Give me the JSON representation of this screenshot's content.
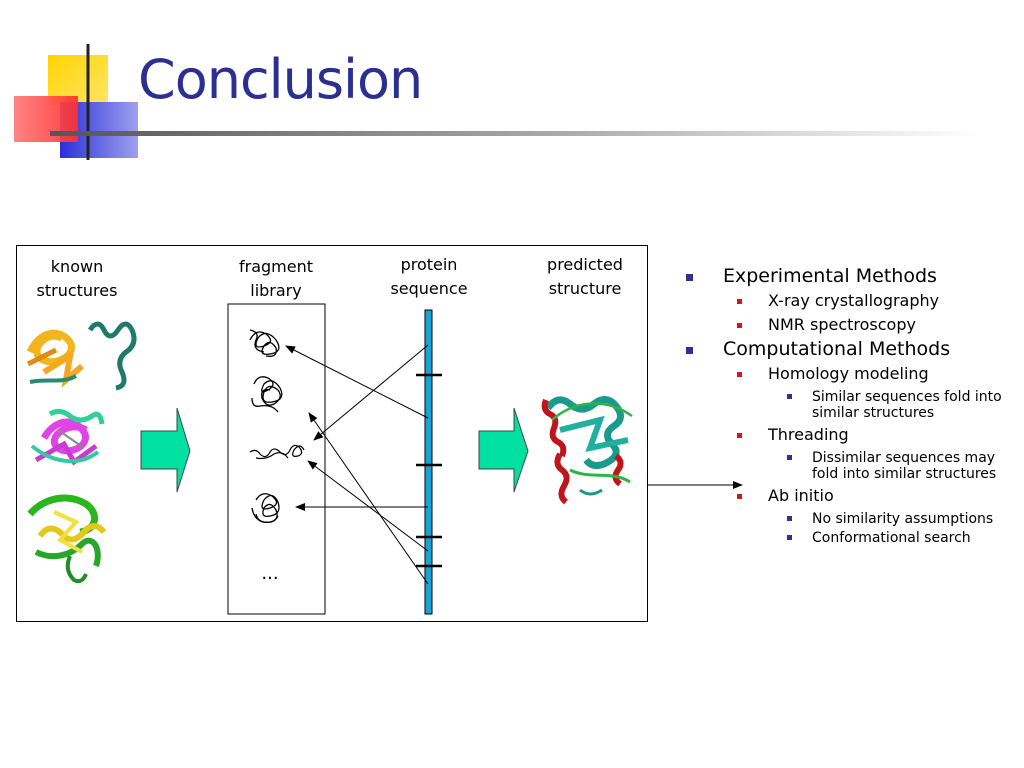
{
  "slide": {
    "title": "Conclusion"
  },
  "diagram": {
    "known_structures": "known\nstructures",
    "fragment_library": "fragment\nlibrary",
    "protein_sequence": "protein\nsequence",
    "predicted_structure": "predicted\nstructure",
    "ellipsis": "..."
  },
  "bullets": [
    {
      "level": 1,
      "text": "Experimental Methods"
    },
    {
      "level": 2,
      "text": "X-ray crystallography"
    },
    {
      "level": 2,
      "text": "NMR spectroscopy"
    },
    {
      "level": 1,
      "text": "Computational Methods"
    },
    {
      "level": 2,
      "text": "Homology modeling"
    },
    {
      "level": 3,
      "text": "Similar sequences fold into similar structures"
    },
    {
      "level": 2,
      "text": "Threading"
    },
    {
      "level": 3,
      "text": "Dissimilar sequences may fold into similar structures"
    },
    {
      "level": 2,
      "text": "Ab initio"
    },
    {
      "level": 3,
      "text": "No similarity assumptions"
    },
    {
      "level": 3,
      "text": "Conformational search"
    }
  ],
  "colors": {
    "title": "#2b2f92",
    "bullet_l1": "#2e3192",
    "bullet_l2": "#d4171d",
    "bullet_l3": "#2e3192",
    "flow_arrow": "#00e0a0",
    "sequence_bar": "#1ba3d6",
    "logo_yellow": "#ffd400",
    "logo_red": "#ff4b4b",
    "logo_blue": "#2b2fd8"
  },
  "icons": [
    "slide-logo-icon",
    "protein-structure-icon",
    "fragment-icon",
    "flow-arrow-icon"
  ]
}
